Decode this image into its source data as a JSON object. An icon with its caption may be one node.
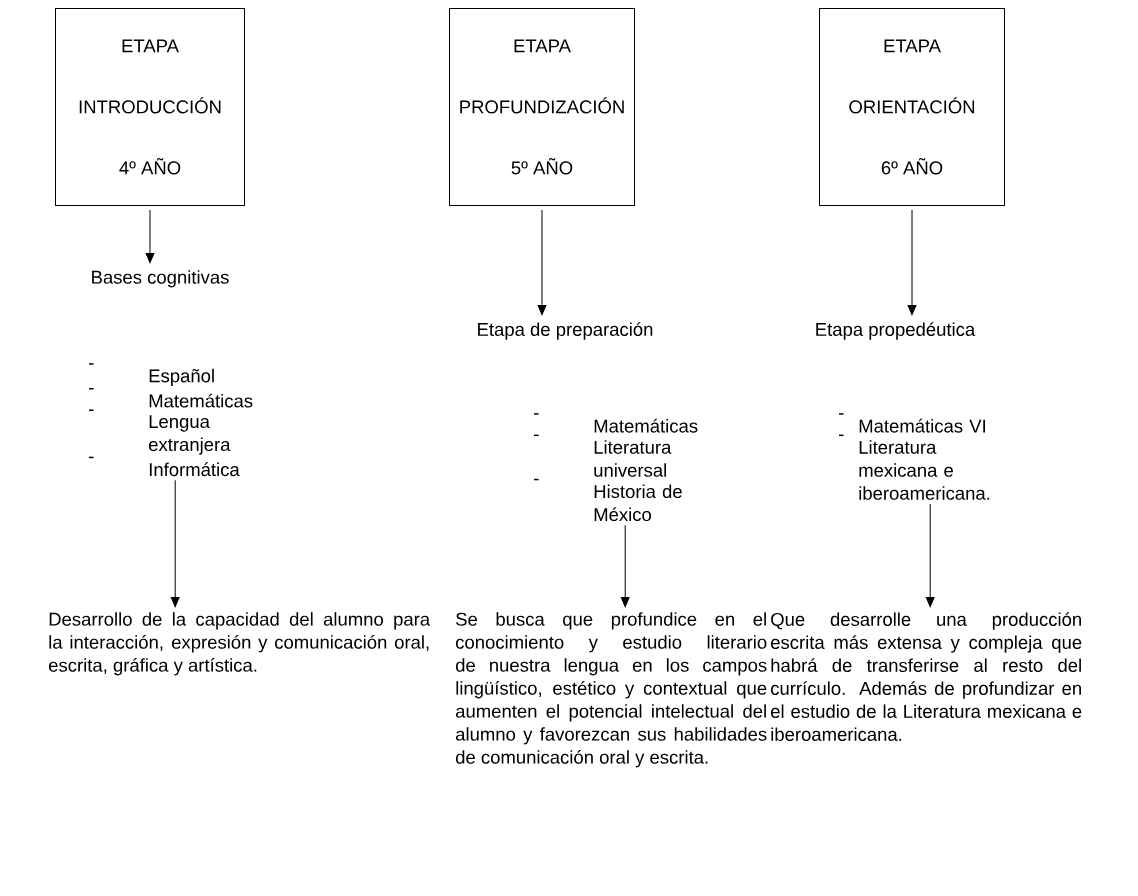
{
  "diagram": {
    "nodes": [
      {
        "text": [
          "ETAPA",
          "INTRODUCCIÓN",
          "4º AÑO"
        ]
      },
      {
        "text": [
          "ETAPA",
          "PROFUNDIZACIÓN",
          "5º AÑO"
        ]
      },
      {
        "text": [
          "ETAPA",
          "ORIENTACIÓN",
          "6º AÑO"
        ]
      },
      {
        "text": [
          "Bases cognitivas"
        ]
      },
      {
        "text": [
          "Etapa de preparación"
        ]
      },
      {
        "text": [
          "Etapa propedéutica"
        ]
      },
      {
        "text": [
          "-",
          "Español",
          "-",
          "Matemáticas",
          "-",
          "Lengua extranjera",
          "-",
          "Informática"
        ]
      },
      {
        "text": [
          "-",
          "Matemáticas",
          "-",
          "Literatura universal",
          "-",
          "Historia de México"
        ]
      },
      {
        "text": [
          "-",
          "Matemáticas VI",
          "-",
          "Literatura mexicana e iberoamericana."
        ]
      },
      {
        "text": [
          "Desarrollo de la capacidad del alumno para la interacción, expresión y comunicación oral, escrita, gráfica y artística."
        ]
      },
      {
        "text": [
          "Se busca que profundice en el conocimiento y estudio literario de nuestra lengua en los campos lingüístico, estético y contextual que aumenten el potencial intelectual del alumno y favorezcan sus habilidades de comunicación oral y escrita."
        ]
      },
      {
        "text": [
          "Que desarrolle una producción escrita más extensa y compleja que habrá de transferirse al resto del currículo. Además de profundizar en el estudio de la Literatura mexicana e iberoamericana."
        ]
      }
    ],
    "edges": [
      {
        "from": 0,
        "to": 3,
        "arrow": "to"
      },
      {
        "from": 1,
        "to": 4,
        "arrow": "to"
      },
      {
        "from": 2,
        "to": 5,
        "arrow": "to"
      },
      {
        "from": 6,
        "to": 9,
        "arrow": "to"
      },
      {
        "from": 7,
        "to": 10,
        "arrow": "to"
      },
      {
        "from": 8,
        "to": 11,
        "arrow": "to"
      }
    ]
  }
}
